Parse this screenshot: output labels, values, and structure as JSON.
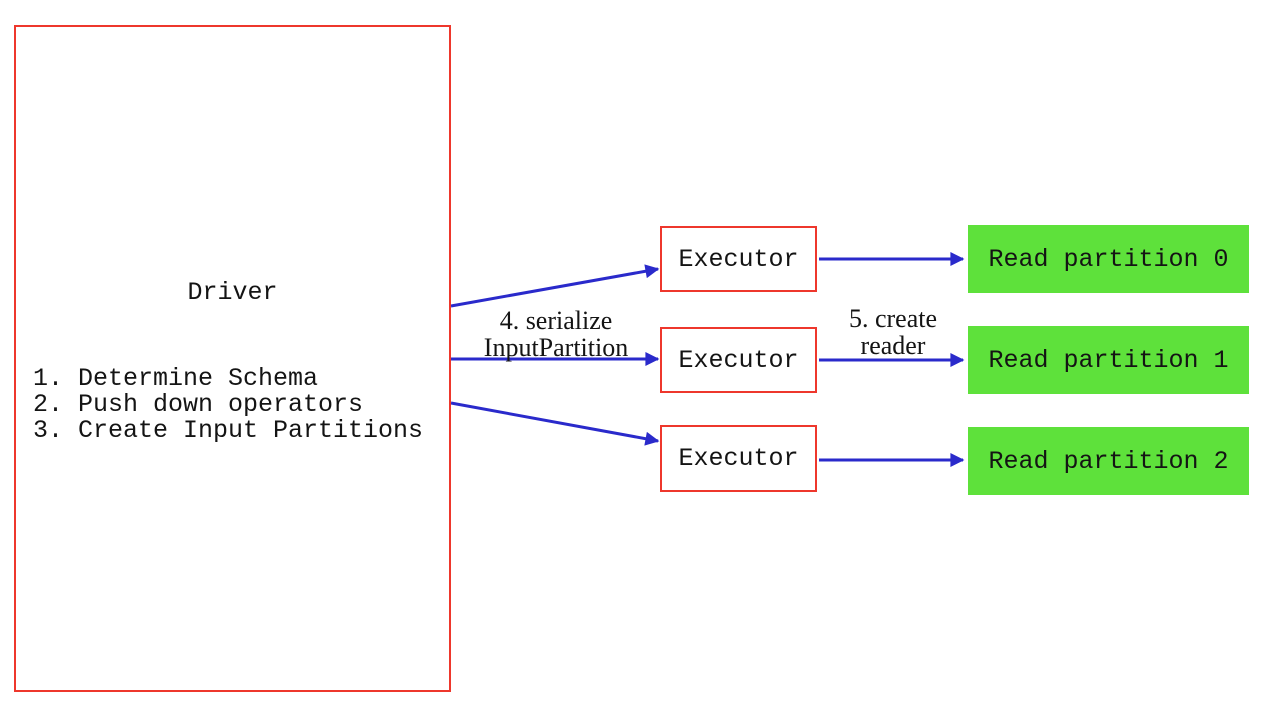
{
  "driver": {
    "title": "Driver",
    "steps": [
      "1. Determine Schema",
      "2. Push down operators",
      "3. Create Input Partitions"
    ]
  },
  "executors": [
    {
      "label": "Executor"
    },
    {
      "label": "Executor"
    },
    {
      "label": "Executor"
    }
  ],
  "partitions": [
    {
      "label": "Read partition 0"
    },
    {
      "label": "Read partition 1"
    },
    {
      "label": "Read partition 2"
    }
  ],
  "edge_labels": {
    "serialize": "4. serialize\nInputPartition",
    "create_reader": "5. create\nreader"
  },
  "colors": {
    "box_border_red": "#ee372c",
    "arrow_blue": "#2a2acb",
    "partition_green": "#5ee13b",
    "text": "#141414"
  }
}
